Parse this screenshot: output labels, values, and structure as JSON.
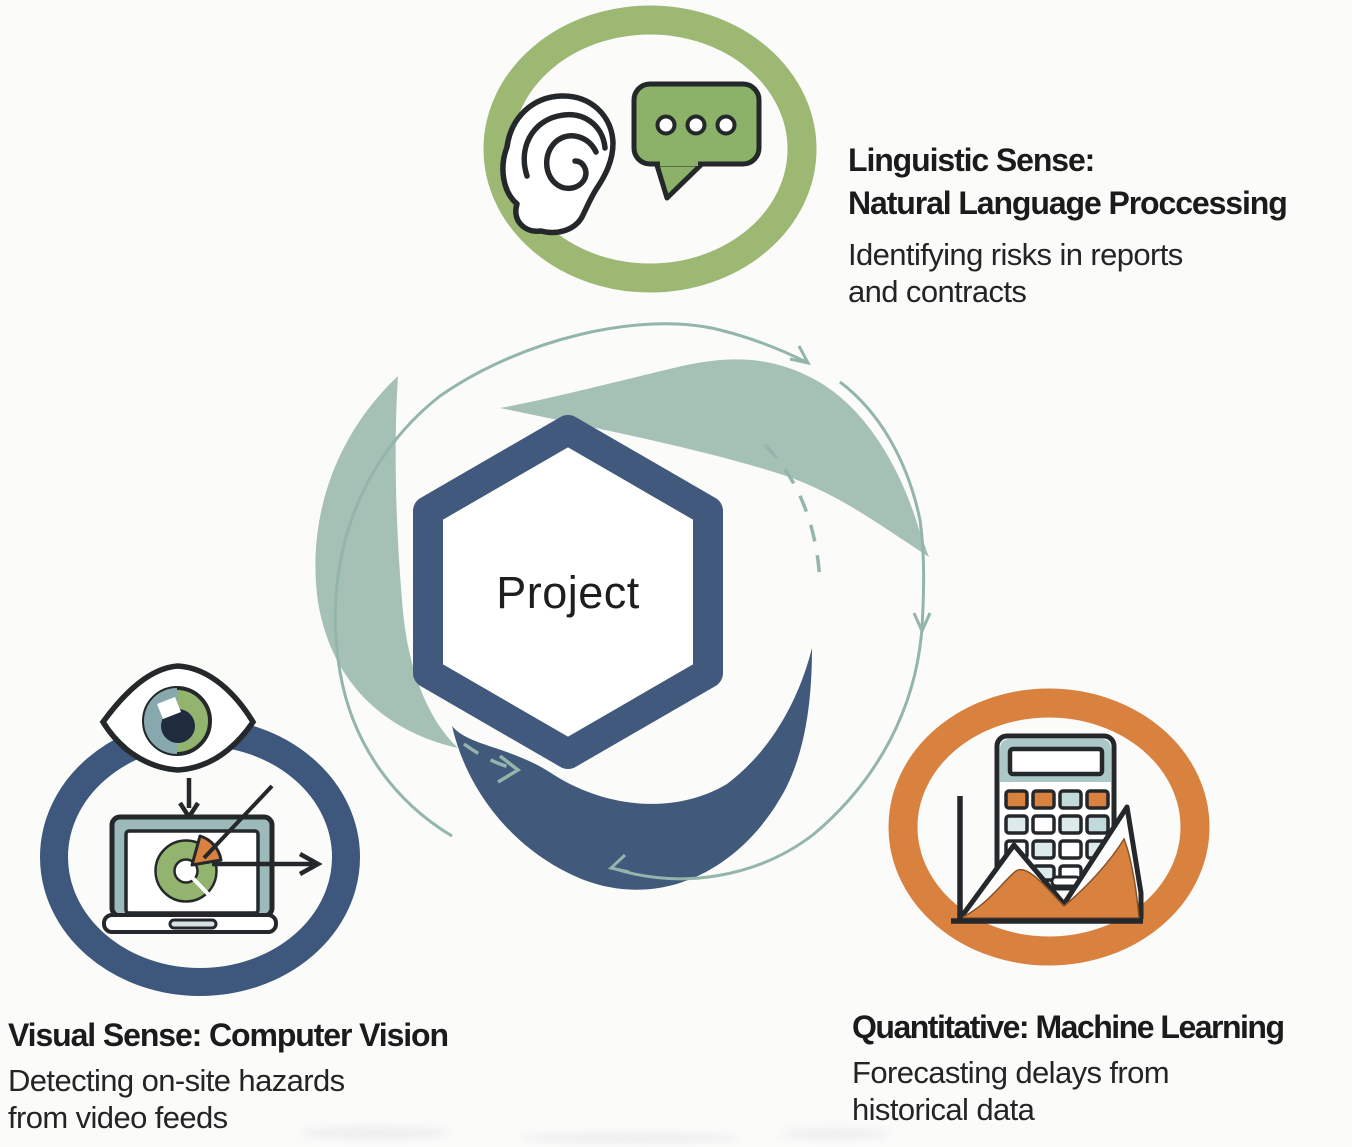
{
  "center": {
    "label": "Project"
  },
  "colors": {
    "hexagon": "#41597c",
    "sage": "#a5c1b6",
    "navy_swirl": "#41597a",
    "thin_arc": "#93b5ab",
    "green_ring": "#9cb873",
    "blue_ring": "#3d587c",
    "orange_ring": "#d9813f",
    "bubble_green": "#8cb168",
    "icon_outline": "#25282b",
    "text": "#1b1b1b"
  },
  "nodes": [
    {
      "id": "linguistic-sense",
      "ring_color": "#9cb873",
      "icons": [
        "ear-icon",
        "speech-bubble-icon"
      ],
      "title_line1": "Linguistic Sense:",
      "title_line2": "Natural Language Proccessing",
      "desc_line1": "Identifying risks in reports",
      "desc_line2": "and contracts"
    },
    {
      "id": "visual-sense",
      "ring_color": "#3d587c",
      "icons": [
        "eye-icon",
        "laptop-donut-chart-icon"
      ],
      "title_line1": "Visual Sense: Computer Vision",
      "desc_line1": "Detecting on-site hazards",
      "desc_line2": "from video feeds"
    },
    {
      "id": "quantitative",
      "ring_color": "#d9813f",
      "icons": [
        "calculator-icon",
        "area-chart-icon"
      ],
      "title_line1": "Quantitative: Machine Learning",
      "desc_line1": "Forecasting delays from",
      "desc_line2": "historical data"
    }
  ]
}
